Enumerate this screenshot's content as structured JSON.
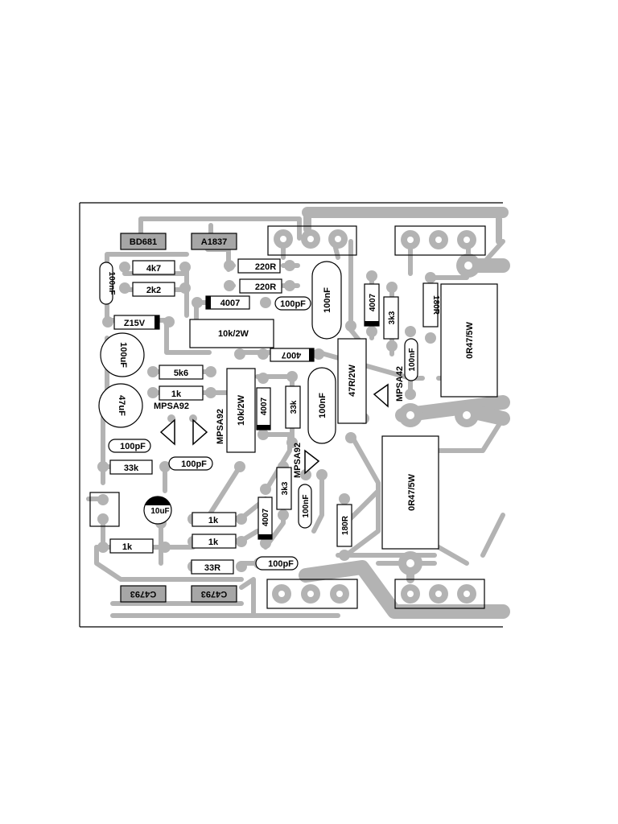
{
  "diagram": {
    "colors": {
      "trace": "#b3b3b3",
      "outline": "#000000",
      "background": "#ffffff"
    },
    "labels": {
      "bd681": "BD681",
      "a1837": "A1837",
      "r4k7": "4k7",
      "r2k2": "2k2",
      "c100nf_left": "100nF",
      "r220r_a": "220R",
      "r220r_b": "220R",
      "d4007_a": "4007",
      "c100pf_a": "100pF",
      "c100nf_top": "100nF",
      "d4007_top": "4007",
      "r3k3_top": "3k3",
      "r180r_top": "180R",
      "r0r47_top": "0R47/5W",
      "z15v": "Z15V",
      "r10k2w_h": "10k/2W",
      "c100uf": "100uF",
      "d4007_b": "4007",
      "r47r2w": "47R/2W",
      "q_mpsa42": "MPSA42",
      "c100nf_right": "100nF",
      "r5k6": "5k6",
      "r1k_a": "1k",
      "c47uf": "47uF",
      "q_mpsa92_a": "MPSA92",
      "q_mpsa92_b": "MPSA92",
      "r10k2w_v": "10k/2W",
      "d4007_c": "4007",
      "r33k_v": "33k",
      "c100nf_mid": "100nF",
      "c100pf_b": "100pF",
      "c100pf_c": "100pF",
      "r33k_h": "33k",
      "q_mpsa92_c": "MPSA92",
      "r3k3_mid": "3k3",
      "c100nf_low": "100nF",
      "r0r47_low": "0R47/5W",
      "r180r_low": "180R",
      "c10uf": "10uF",
      "r1k_b": "1k",
      "r1k_c": "1k",
      "d4007_d": "4007",
      "r1k_d": "1k",
      "c100pf_d": "100pF",
      "r33r": "33R",
      "c4793_a": "C4793",
      "c4793_b": "C4793"
    }
  }
}
